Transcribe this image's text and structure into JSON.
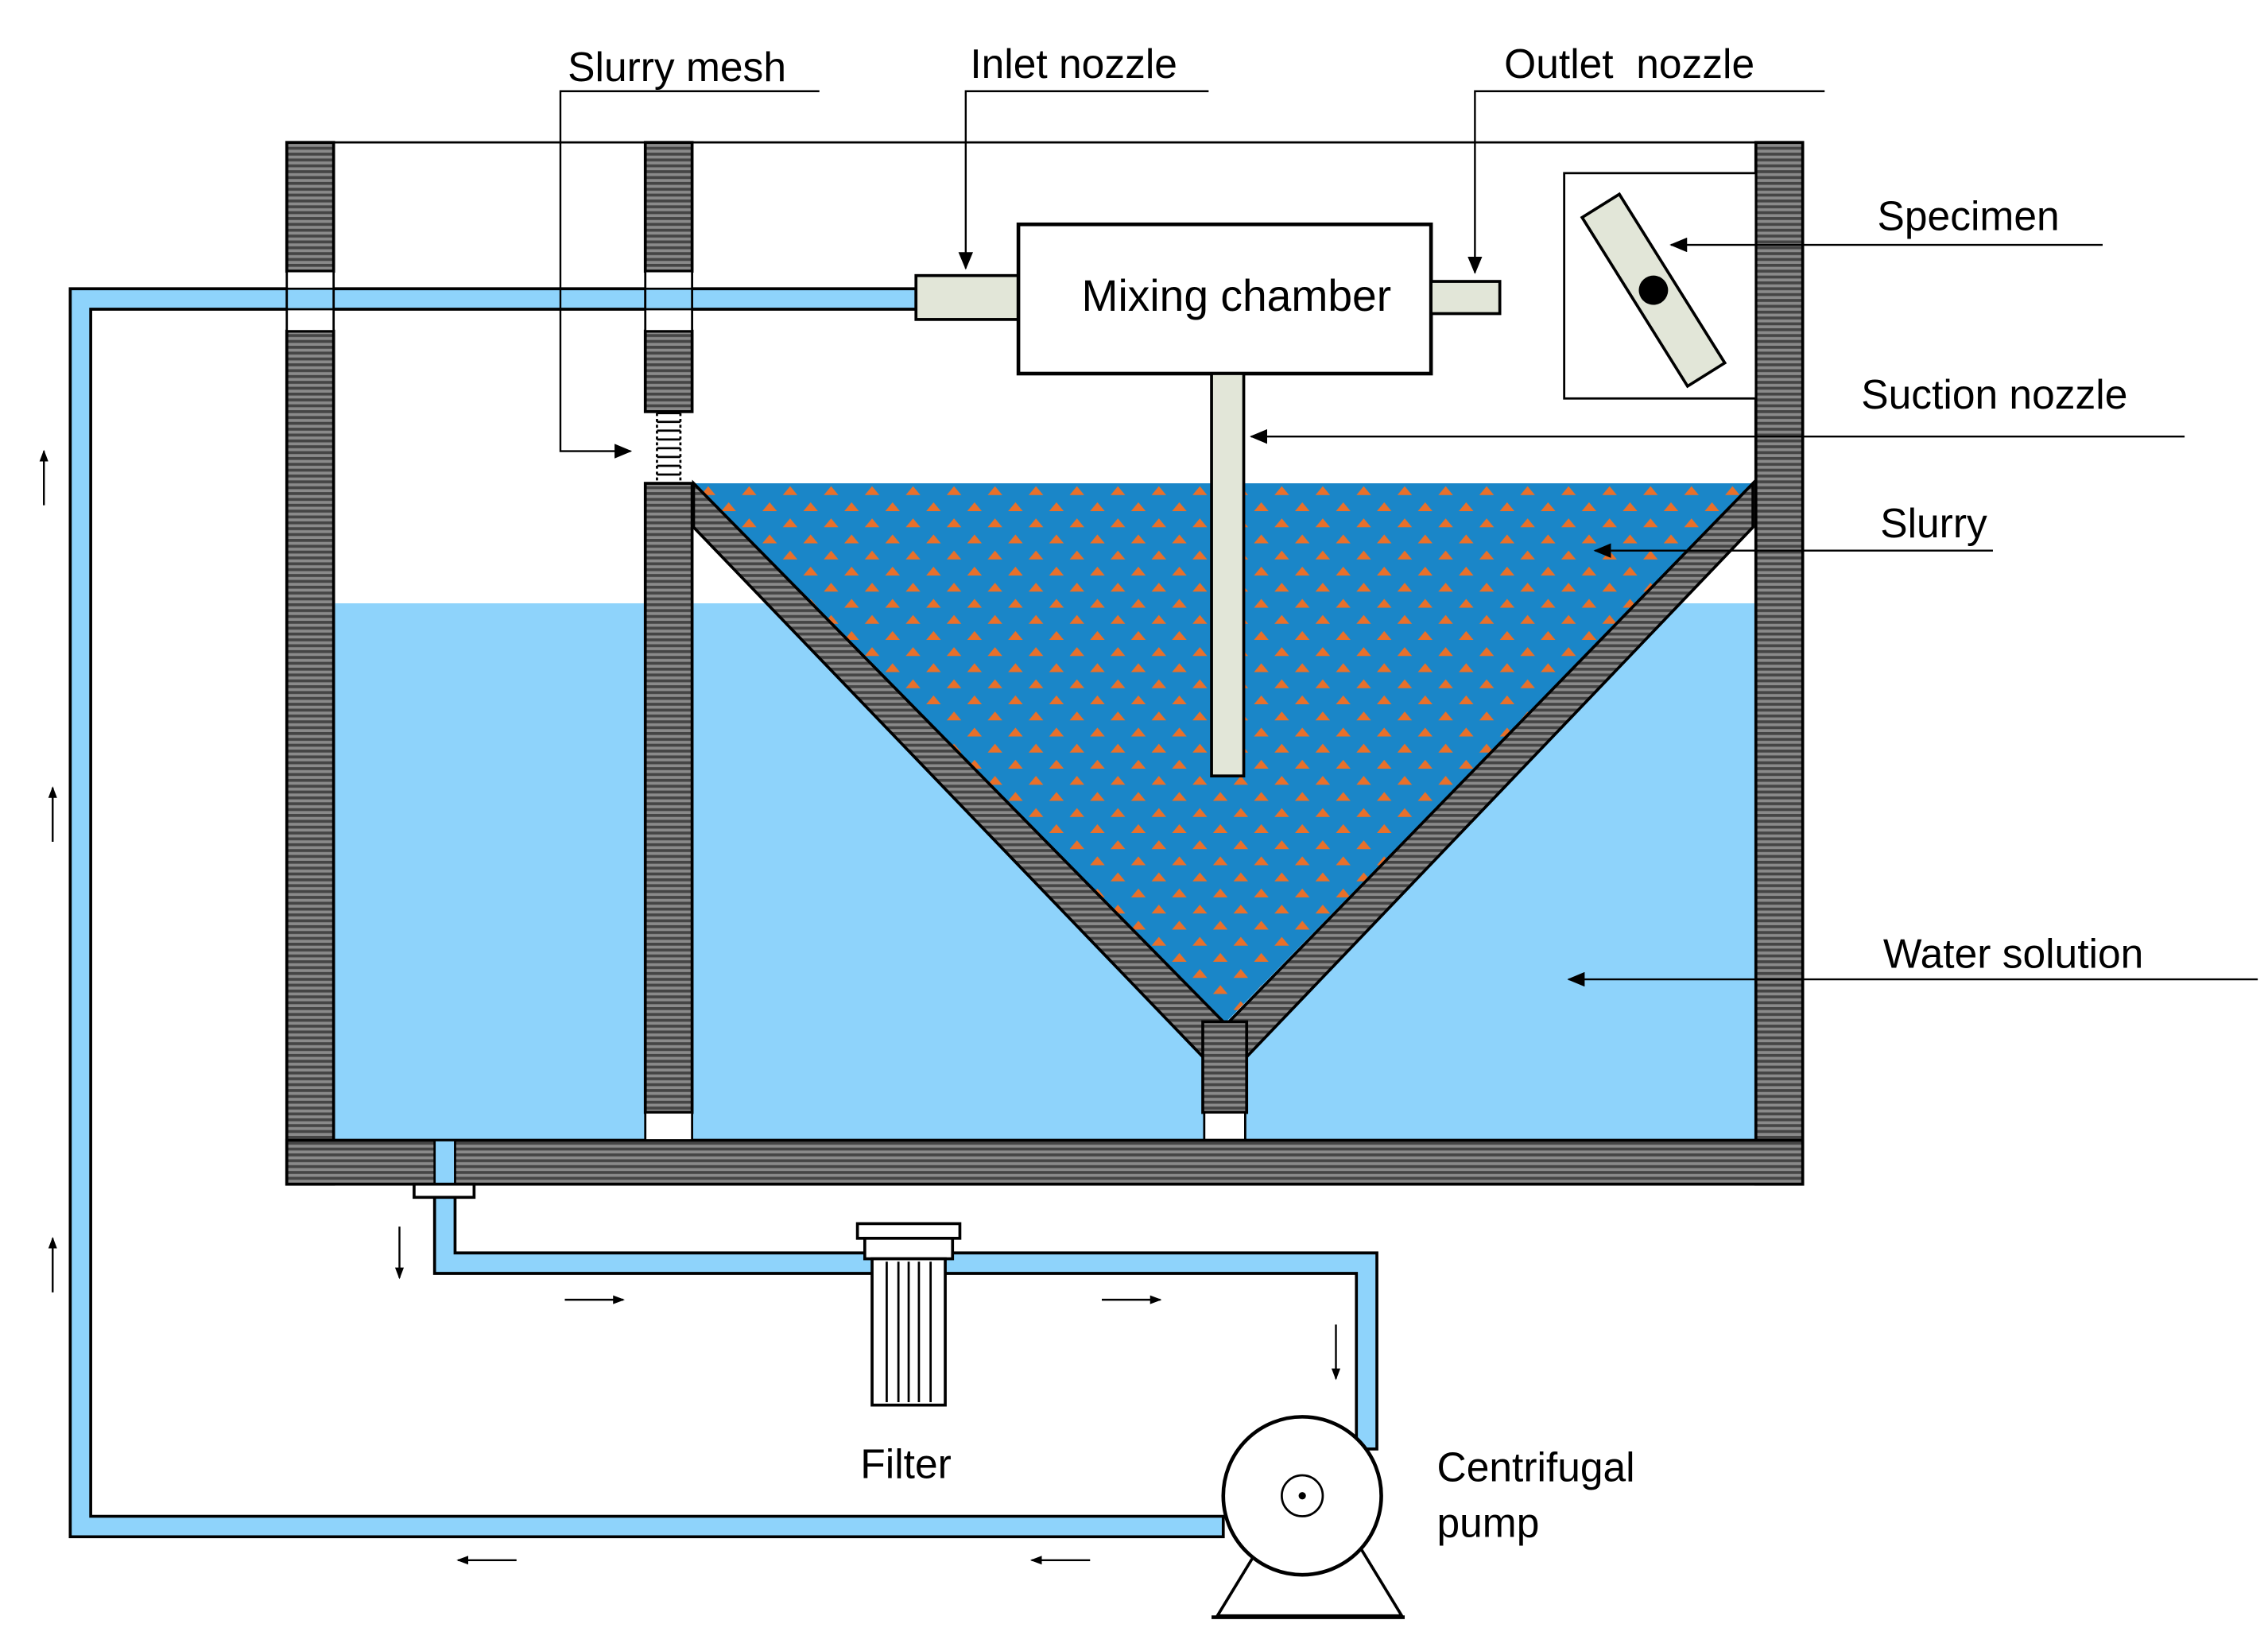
{
  "labels": {
    "slurry_mesh": "Slurry mesh",
    "inlet_nozzle": "Inlet nozzle",
    "outlet_nozzle": "Outlet  nozzle",
    "specimen": "Specimen",
    "suction_nozzle": "Suction nozzle",
    "slurry": "Slurry",
    "water_solution": "Water solution",
    "mixing_chamber": "Mixing chamber",
    "filter": "Filter",
    "pump_line1": "Centrifugal",
    "pump_line2": "pump"
  },
  "colors": {
    "water": "#8ed3fb",
    "slurry": "#1a86c8",
    "particles": "#e8702a",
    "wall": "#6f6f6f",
    "pipe": "#8ed3fb",
    "nozzle": "#e2e6d8"
  }
}
